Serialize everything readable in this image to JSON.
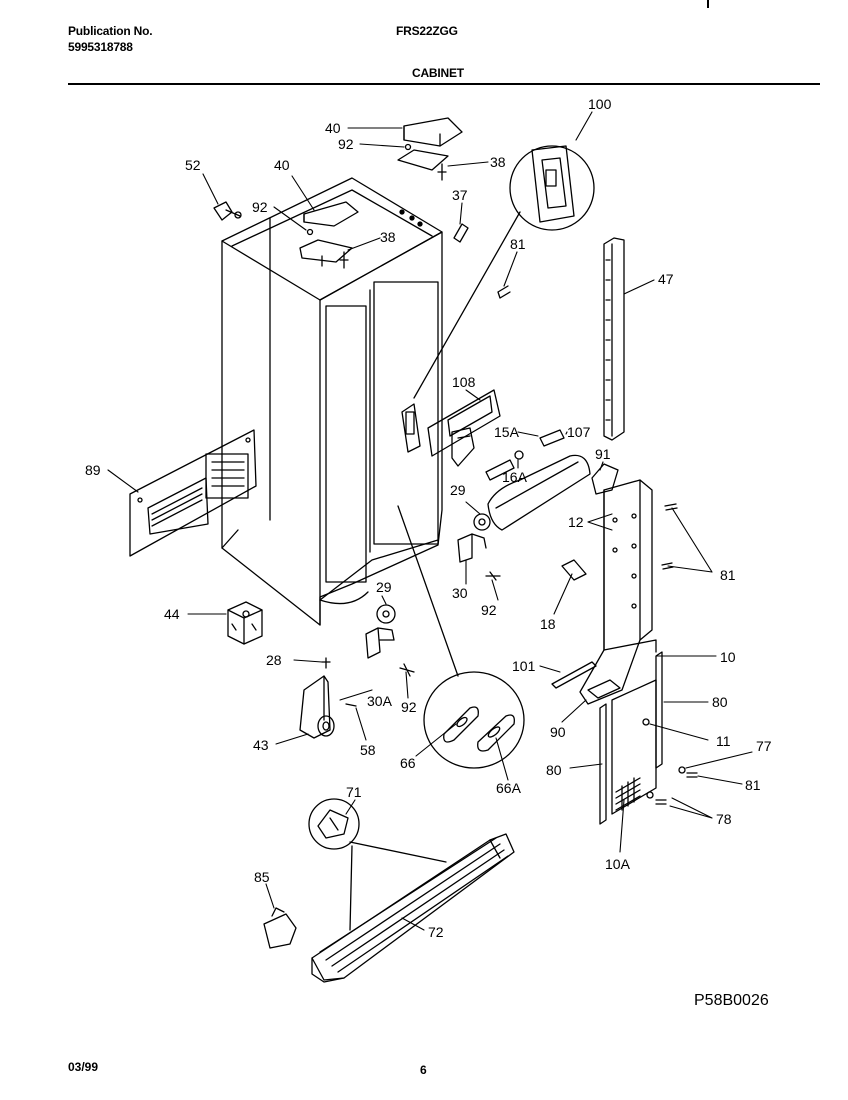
{
  "header": {
    "publication_label": "Publication No.",
    "publication_number": "5995318788",
    "model": "FRS22ZGG",
    "section": "CABINET"
  },
  "footer": {
    "date": "03/99",
    "page": "6",
    "diagram_code": "P58B0026"
  },
  "callouts": {
    "c40a": "40",
    "c92a": "92",
    "c38a": "38",
    "c100": "100",
    "c52": "52",
    "c40b": "40",
    "c92b": "92",
    "c38b": "38",
    "c37": "37",
    "c81a": "81",
    "c47": "47",
    "c108": "108",
    "c15A": "15A",
    "c107": "107",
    "c16A": "16A",
    "c91": "91",
    "c89": "89",
    "c29a": "29",
    "c12": "12",
    "c81b": "81",
    "c30": "30",
    "c92c": "92",
    "c18": "18",
    "c44": "44",
    "c29b": "29",
    "c28": "28",
    "c101": "101",
    "c10": "10",
    "c30A": "30A",
    "c80a": "80",
    "c92d": "92",
    "c90": "90",
    "c11": "11",
    "c43": "43",
    "c58": "58",
    "c77": "77",
    "c80b": "80",
    "c81c": "81",
    "c66": "66",
    "c66A": "66A",
    "c78": "78",
    "c71": "71",
    "c10A": "10A",
    "c85": "85",
    "c72": "72"
  }
}
